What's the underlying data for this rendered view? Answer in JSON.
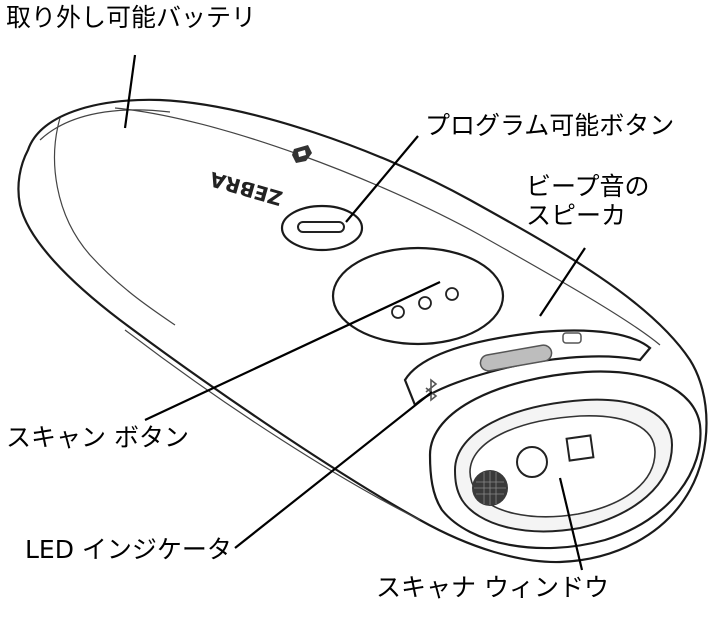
{
  "labels": {
    "battery": "取り外し可能バッテリ",
    "programmable_button": "プログラム可能ボタン",
    "beep_speaker_line1": "ビープ音の",
    "beep_speaker_line2": "スピーカ",
    "scan_button": "スキャン ボタン",
    "led_indicator": "LED インジケータ",
    "scanner_window": "スキャナ ウィンドウ"
  },
  "logo_text": "ZEBRA"
}
